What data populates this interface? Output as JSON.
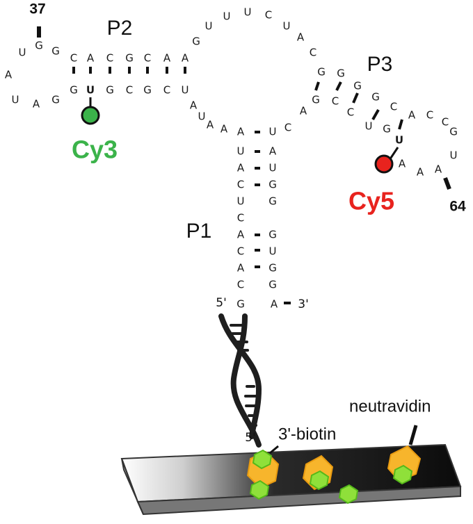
{
  "labels": {
    "p1": "P1",
    "p2": "P2",
    "p3": "P3",
    "pos37": "37",
    "pos64": "64",
    "cy3": "Cy3",
    "cy5": "Cy5",
    "five_prime_top": "5'",
    "three_prime_top": "3'",
    "five_prime_bottom": "5'",
    "biotin": "3'-biotin",
    "neutravidin": "neutravidin"
  },
  "colors": {
    "cy3": "#3bb34a",
    "cy5": "#e8231e",
    "neutravidin": "#f7b52c",
    "biotin": "#8fe03a",
    "surface": "#111111"
  },
  "sequence": {
    "p1_left": [
      "A",
      "U",
      "A",
      "C",
      "U",
      "C",
      "A",
      "C",
      "G"
    ],
    "p1_right": [
      "U",
      "A",
      "U",
      "G",
      "G",
      "G",
      "U",
      "G",
      "A"
    ],
    "p2_top": [
      "C",
      "A",
      "C",
      "G",
      "C",
      "A",
      "A"
    ],
    "p2_bottom": [
      "G",
      "U",
      "G",
      "C",
      "G",
      "C",
      "U"
    ],
    "p2_loop": [
      "G",
      "U",
      "A",
      "U",
      "A",
      "G"
    ],
    "p3_left": [
      "G",
      "G",
      "C",
      "C",
      "U",
      "G"
    ],
    "p3_right": [
      "C",
      "A",
      "C",
      "C",
      "G",
      "U",
      "A",
      "A",
      "A",
      "U"
    ],
    "junction_loop": [
      "A",
      "G",
      "U",
      "U",
      "U",
      "C",
      "U",
      "A",
      "C",
      "G"
    ],
    "j12": [
      "A",
      "U",
      "A",
      "A"
    ],
    "j13": [
      "C",
      "A"
    ]
  }
}
